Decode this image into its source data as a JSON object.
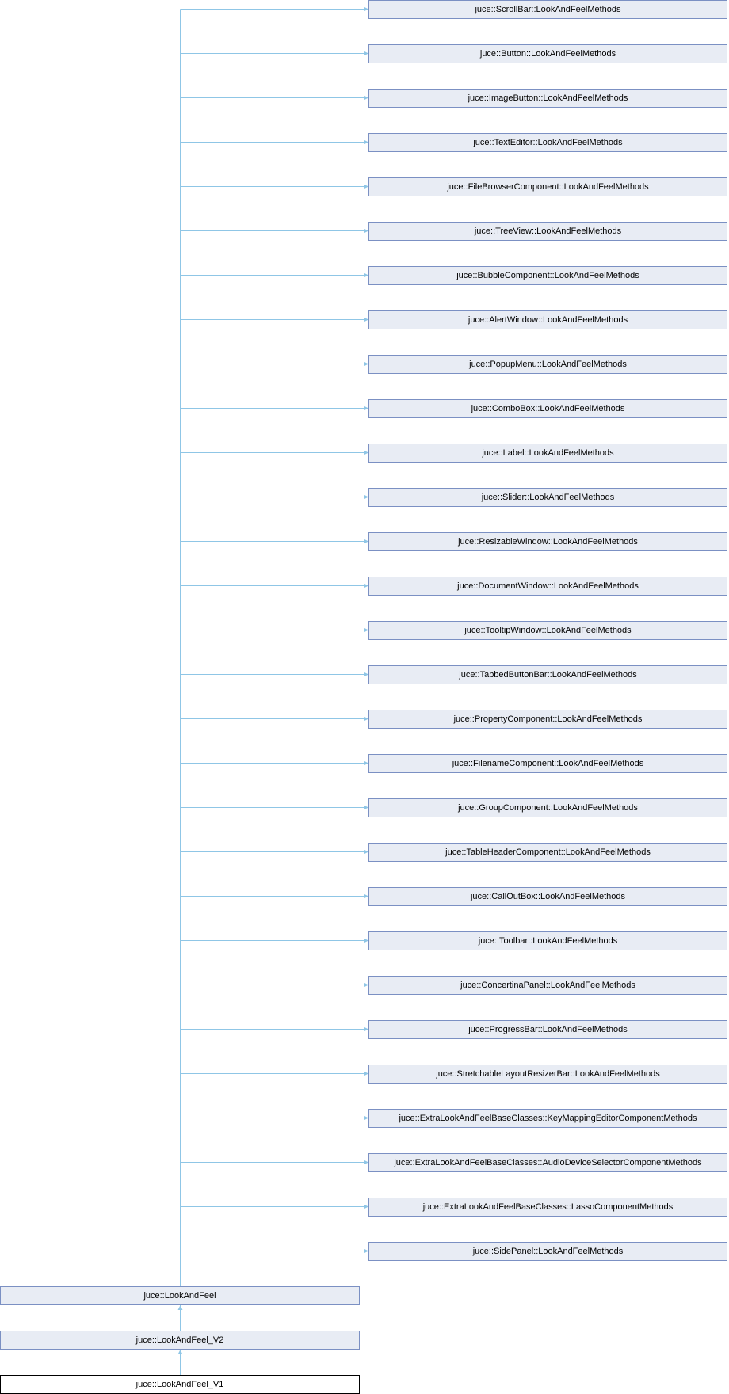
{
  "colors": {
    "edge": "#8fc6e6",
    "node_fill": "#e8ecf4",
    "node_border": "#7b90c3",
    "current_border": "#000000"
  },
  "bases": [
    "juce::ScrollBar::LookAndFeelMethods",
    "juce::Button::LookAndFeelMethods",
    "juce::ImageButton::LookAndFeelMethods",
    "juce::TextEditor::LookAndFeelMethods",
    "juce::FileBrowserComponent::LookAndFeelMethods",
    "juce::TreeView::LookAndFeelMethods",
    "juce::BubbleComponent::LookAndFeelMethods",
    "juce::AlertWindow::LookAndFeelMethods",
    "juce::PopupMenu::LookAndFeelMethods",
    "juce::ComboBox::LookAndFeelMethods",
    "juce::Label::LookAndFeelMethods",
    "juce::Slider::LookAndFeelMethods",
    "juce::ResizableWindow::LookAndFeelMethods",
    "juce::DocumentWindow::LookAndFeelMethods",
    "juce::TooltipWindow::LookAndFeelMethods",
    "juce::TabbedButtonBar::LookAndFeelMethods",
    "juce::PropertyComponent::LookAndFeelMethods",
    "juce::FilenameComponent::LookAndFeelMethods",
    "juce::GroupComponent::LookAndFeelMethods",
    "juce::TableHeaderComponent::LookAndFeelMethods",
    "juce::CallOutBox::LookAndFeelMethods",
    "juce::Toolbar::LookAndFeelMethods",
    "juce::ConcertinaPanel::LookAndFeelMethods",
    "juce::ProgressBar::LookAndFeelMethods",
    "juce::StretchableLayoutResizerBar::LookAndFeelMethods",
    "juce::ExtraLookAndFeelBaseClasses::KeyMappingEditorComponentMethods",
    "juce::ExtraLookAndFeelBaseClasses::AudioDeviceSelectorComponentMethods",
    "juce::ExtraLookAndFeelBaseClasses::LassoComponentMethods",
    "juce::SidePanel::LookAndFeelMethods"
  ],
  "chain": {
    "look_and_feel": "juce::LookAndFeel",
    "look_and_feel_v2": "juce::LookAndFeel_V2",
    "look_and_feel_v1": "juce::LookAndFeel_V1"
  }
}
